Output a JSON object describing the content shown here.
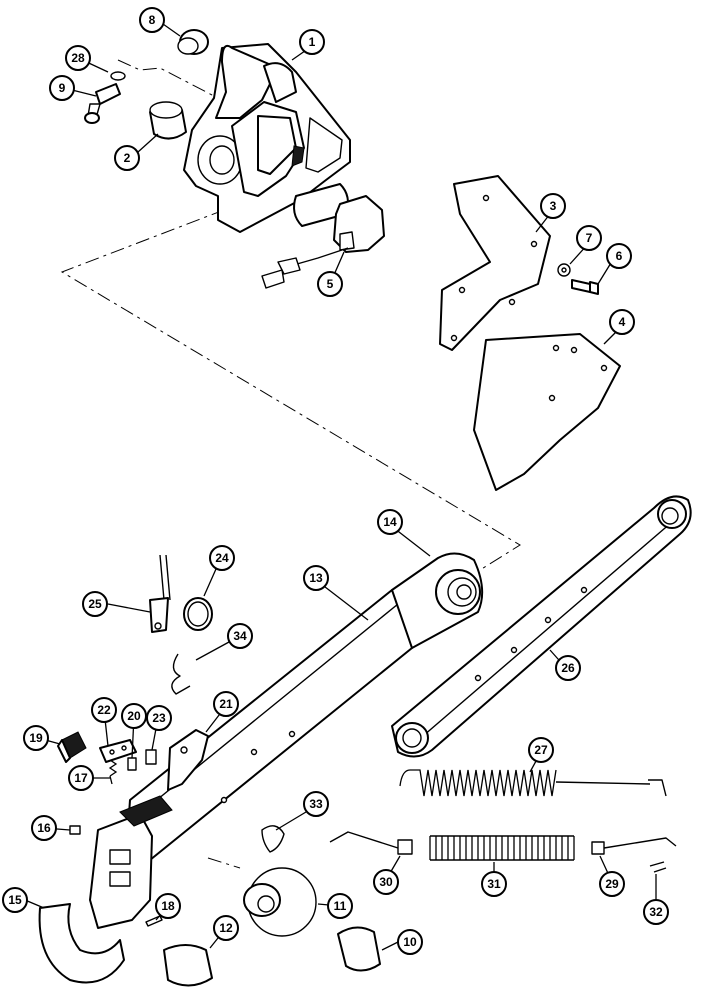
{
  "callouts": [
    {
      "id": "1",
      "label": "1"
    },
    {
      "id": "2",
      "label": "2"
    },
    {
      "id": "3",
      "label": "3"
    },
    {
      "id": "4",
      "label": "4"
    },
    {
      "id": "5",
      "label": "5"
    },
    {
      "id": "6",
      "label": "6"
    },
    {
      "id": "7",
      "label": "7"
    },
    {
      "id": "8",
      "label": "8"
    },
    {
      "id": "9",
      "label": "9"
    },
    {
      "id": "10",
      "label": "10"
    },
    {
      "id": "11",
      "label": "11"
    },
    {
      "id": "12",
      "label": "12"
    },
    {
      "id": "13",
      "label": "13"
    },
    {
      "id": "14",
      "label": "14"
    },
    {
      "id": "15",
      "label": "15"
    },
    {
      "id": "16",
      "label": "16"
    },
    {
      "id": "17",
      "label": "17"
    },
    {
      "id": "18",
      "label": "18"
    },
    {
      "id": "19",
      "label": "19"
    },
    {
      "id": "20",
      "label": "20"
    },
    {
      "id": "21",
      "label": "21"
    },
    {
      "id": "22",
      "label": "22"
    },
    {
      "id": "23",
      "label": "23"
    },
    {
      "id": "24",
      "label": "24"
    },
    {
      "id": "25",
      "label": "25"
    },
    {
      "id": "26",
      "label": "26"
    },
    {
      "id": "27",
      "label": "27"
    },
    {
      "id": "28",
      "label": "28"
    },
    {
      "id": "29",
      "label": "29"
    },
    {
      "id": "30",
      "label": "30"
    },
    {
      "id": "31",
      "label": "31"
    },
    {
      "id": "32",
      "label": "32"
    },
    {
      "id": "33",
      "label": "33"
    },
    {
      "id": "34",
      "label": "34"
    }
  ],
  "colors": {
    "line": "#000000",
    "background": "#ffffff",
    "shade": "#1a1a1a"
  }
}
